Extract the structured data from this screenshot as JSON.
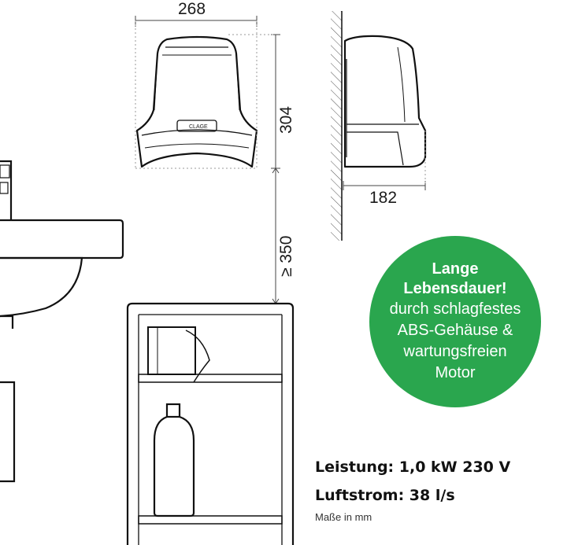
{
  "dimensions": {
    "width": "268",
    "height": "304",
    "depth": "182",
    "clearance": "≥ 350"
  },
  "logo_text": "CLAGE",
  "badge": {
    "line1": "Lange",
    "line2": "Lebensdauer!",
    "line3": "durch schlagfestes",
    "line4": "ABS-Gehäuse &",
    "line5": "wartungsfreien",
    "line6": "Motor",
    "color": "#2aa64e"
  },
  "specs": {
    "power": "Leistung: 1,0 kW 230 V",
    "airflow": "Luftstrom: 38 l/s"
  },
  "units_note": "Maße in mm"
}
